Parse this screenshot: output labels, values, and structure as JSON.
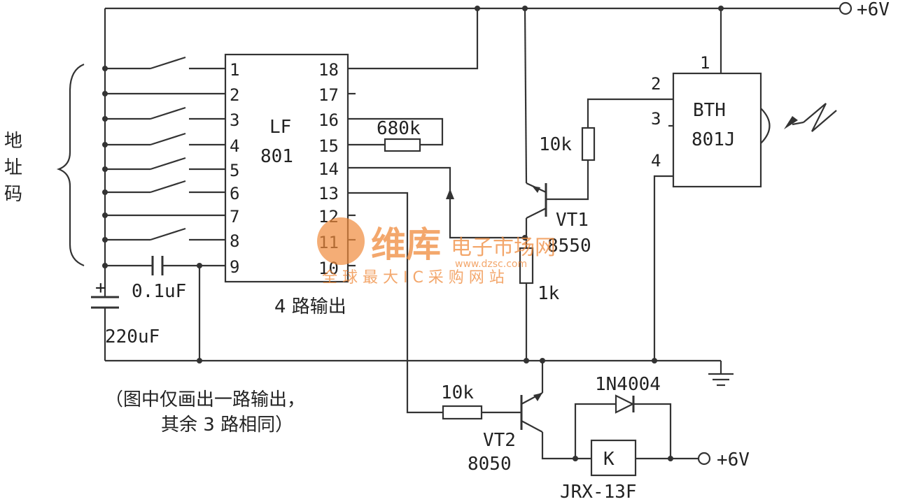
{
  "supply": {
    "top": "+6V",
    "relay": "+6V"
  },
  "ic": {
    "name_line1": "LF",
    "name_line2": "801",
    "left_pins": [
      "1",
      "2",
      "3",
      "4",
      "5",
      "6",
      "7",
      "8",
      "9"
    ],
    "right_pins": [
      "18",
      "17",
      "16",
      "15",
      "14",
      "13",
      "12",
      "11",
      "10"
    ]
  },
  "address_label": [
    "地",
    "址",
    "码"
  ],
  "resistor_feedback": "680k",
  "receiver": {
    "name_line1": "BTH",
    "name_line2": "801J",
    "pins": [
      "1",
      "2",
      "3",
      "4"
    ]
  },
  "r_vt1_base": "10k",
  "vt1": {
    "name": "VT1",
    "part": "8550"
  },
  "r_vt1_emitter": "1k",
  "cap_small": "0.1uF",
  "cap_large": "220uF",
  "output_note": "4 路输出",
  "r_vt2_base": "10k",
  "vt2": {
    "name": "VT2",
    "part": "8050"
  },
  "diode": "1N4004",
  "relay": {
    "coil": "K",
    "part": "JRX-13F"
  },
  "caption": [
    "（图中仅画出一路输出，",
    "其余 3 路相同）"
  ],
  "watermark": {
    "brand": "维库",
    "sub": "电子市场网",
    "url": "www.dzsc.com",
    "slogan": "全 球 最 大 I C 采 购 网 站"
  }
}
